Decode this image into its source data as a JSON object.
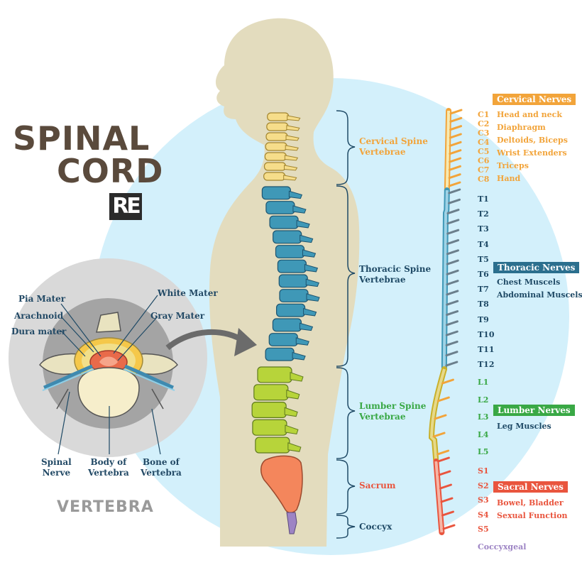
{
  "title": {
    "line1": "SPINAL",
    "line2": "CORD",
    "logo": "RE"
  },
  "vertebra": {
    "title": "VERTEBRA",
    "labels": {
      "pia": "Pia Mater",
      "arachnoid": "Arachnoid",
      "dura": "Dura mater",
      "white": "White Mater",
      "gray": "Gray Mater",
      "nerve_1": "Spinal",
      "nerve_2": "Nerve",
      "body_1": "Body of",
      "body_2": "Vertebra",
      "bone_1": "Bone of",
      "bone_2": "Vertebra"
    }
  },
  "regions": {
    "cervical": {
      "line1": "Cervical Spine",
      "line2": "Vertebrae"
    },
    "thoracic": {
      "line1": "Thoracic Spine",
      "line2": "Vertebrae"
    },
    "lumbar": {
      "line1": "Lumber Spine",
      "line2": "Vertebrae"
    },
    "sacrum": "Sacrum",
    "coccyx": "Coccyx"
  },
  "codes": {
    "cervical": [
      "C1",
      "C2",
      "C3",
      "C4",
      "C5",
      "C6",
      "C7",
      "C8"
    ],
    "thoracic": [
      "T1",
      "T2",
      "T3",
      "T4",
      "T5",
      "T6",
      "T7",
      "T8",
      "T9",
      "T10",
      "T11",
      "T12"
    ],
    "lumbar": [
      "L1",
      "L2",
      "L3",
      "L4",
      "L5"
    ],
    "sacral": [
      "S1",
      "S2",
      "S3",
      "S4",
      "S5"
    ]
  },
  "nerves": {
    "cervical": {
      "tag": "Cervical Nerves",
      "functions": [
        "Head and neck",
        "Diaphragm",
        "Deltoids, Biceps",
        "Wrist Extenders",
        "Triceps",
        "Hand"
      ]
    },
    "thoracic": {
      "tag": "Thoracic Nerves",
      "functions": [
        "Chest Muscels",
        "Abdominal Muscels"
      ]
    },
    "lumbar": {
      "tag": "Lumber Nerves",
      "functions": [
        "Leg Muscles"
      ]
    },
    "sacral": {
      "tag": "Sacral Nerves",
      "functions": [
        "Bowel, Bladder",
        "Sexual Function"
      ]
    },
    "coccygeal": "Coccyxgeal"
  },
  "colors": {
    "cervical": "#f2a43a",
    "cervical_bone": "#f6dd8a",
    "thoracic": "#2b6f8e",
    "thoracic_bone": "#3f98b7",
    "lumbar": "#39a845",
    "lumbar_bone": "#b7d43a",
    "sacral": "#e9553e",
    "sacrum_bone": "#f4865c",
    "coccyx": "#9d84c4",
    "coccyx_label": "#1f4a66",
    "background_circle": "#cdeefa",
    "silhouette": "#e3dcbe",
    "title": "#5a4a3c"
  }
}
